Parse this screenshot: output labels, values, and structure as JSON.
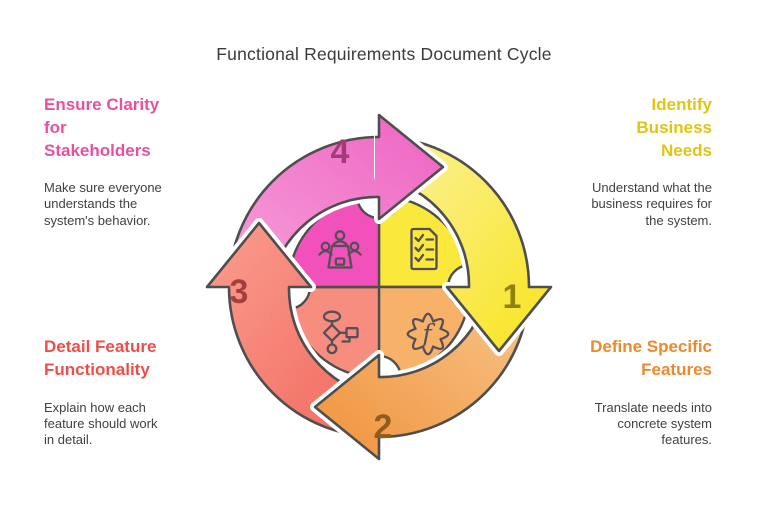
{
  "title": "Functional Requirements Document Cycle",
  "diagram": {
    "name": "functional-requirements-cycle",
    "outline_color": "#4E4E4E",
    "function_symbol": "f",
    "steps": [
      {
        "number": "1",
        "name": "identify-business-needs",
        "heading": "Identify\nBusiness\nNeeds",
        "body": "Understand what the\nbusiness requires for\nthe system.",
        "accent": "#E2C512",
        "arrow_color": "#F8E41C",
        "number_color": "#8E8110",
        "icon": "checklist-icon",
        "position": "top-right"
      },
      {
        "number": "2",
        "name": "define-specific-features",
        "heading": "Define Specific\nFeatures",
        "body": "Translate needs into\nconcrete system\nfeatures.",
        "accent": "#ED8A2D",
        "arrow_color": "#F0923A",
        "number_color": "#8F5D1E",
        "icon": "function-gear-icon",
        "position": "bottom-right"
      },
      {
        "number": "3",
        "name": "detail-feature-functionality",
        "heading": "Detail Feature\nFunctionality",
        "body": "Explain how each\nfeature should work\nin detail.",
        "accent": "#EE4E49",
        "arrow_color": "#F4796C",
        "number_color": "#A33F3C",
        "icon": "flowchart-icon",
        "position": "bottom-left"
      },
      {
        "number": "4",
        "name": "ensure-clarity-for-stakeholders",
        "heading": "Ensure Clarity\nfor\nStakeholders",
        "body": "Make sure everyone\nunderstands the\nsystem's behavior.",
        "accent": "#E8519E",
        "arrow_color": "#EE63C2",
        "number_color": "#A23C78",
        "icon": "meeting-icon",
        "position": "top-left"
      }
    ]
  }
}
